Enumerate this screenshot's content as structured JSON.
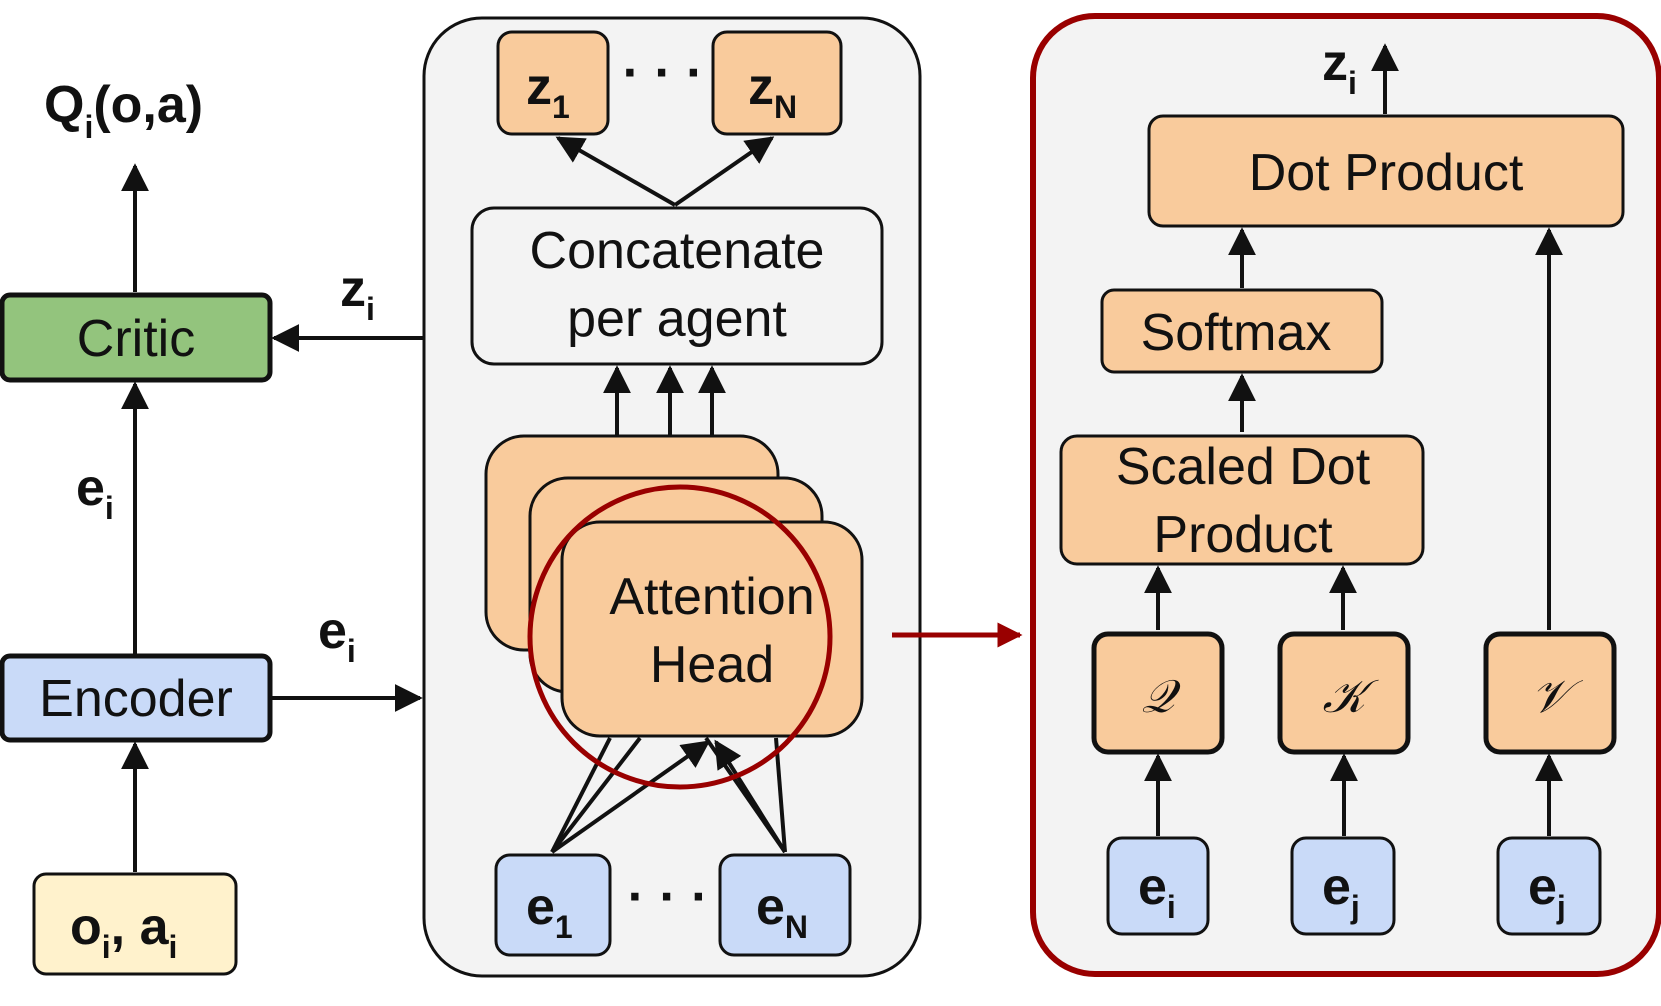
{
  "colors": {
    "orange_fill": "#f9cb9c",
    "blue_fill": "#c9daf8",
    "green_fill": "#93c47d",
    "yellow_fill": "#fff2cc",
    "panel_fill": "#f3f3f3",
    "panel_highlight": "#990000",
    "stroke": "#111111"
  },
  "left_column": {
    "output": {
      "main": "Q",
      "sub": "i",
      "args": "(o,a)"
    },
    "critic": "Critic",
    "critic_input": {
      "main": "e",
      "sub": "i"
    },
    "encoder": "Encoder",
    "encoder_output": {
      "main": "e",
      "sub": "i"
    },
    "input": {
      "o": "o",
      "o_sub": "i",
      "sep": ",",
      "a": "a",
      "a_sub": "i"
    }
  },
  "middle_panel": {
    "outputs": [
      {
        "main": "z",
        "sub": "1"
      },
      {
        "main": "z",
        "sub": "N"
      }
    ],
    "ellipsis": "· · ·",
    "concatenate": {
      "line1": "Concatenate",
      "line2": "per agent"
    },
    "attention_head": {
      "line1": "Attention",
      "line2": "Head"
    },
    "inputs": [
      {
        "main": "e",
        "sub": "1"
      },
      {
        "main": "e",
        "sub": "N"
      }
    ],
    "output_to_critic": {
      "main": "z",
      "sub": "i"
    }
  },
  "right_panel": {
    "output": {
      "main": "z",
      "sub": "i"
    },
    "dot_product": "Dot Product",
    "softmax": "Softmax",
    "scaled": {
      "line1": "Scaled Dot",
      "line2": "Product"
    },
    "q": "𝒬",
    "k": "𝒦",
    "v": "𝒱",
    "inputs": [
      {
        "main": "e",
        "sub": "i"
      },
      {
        "main": "e",
        "sub": "j"
      },
      {
        "main": "e",
        "sub": "j"
      }
    ]
  }
}
